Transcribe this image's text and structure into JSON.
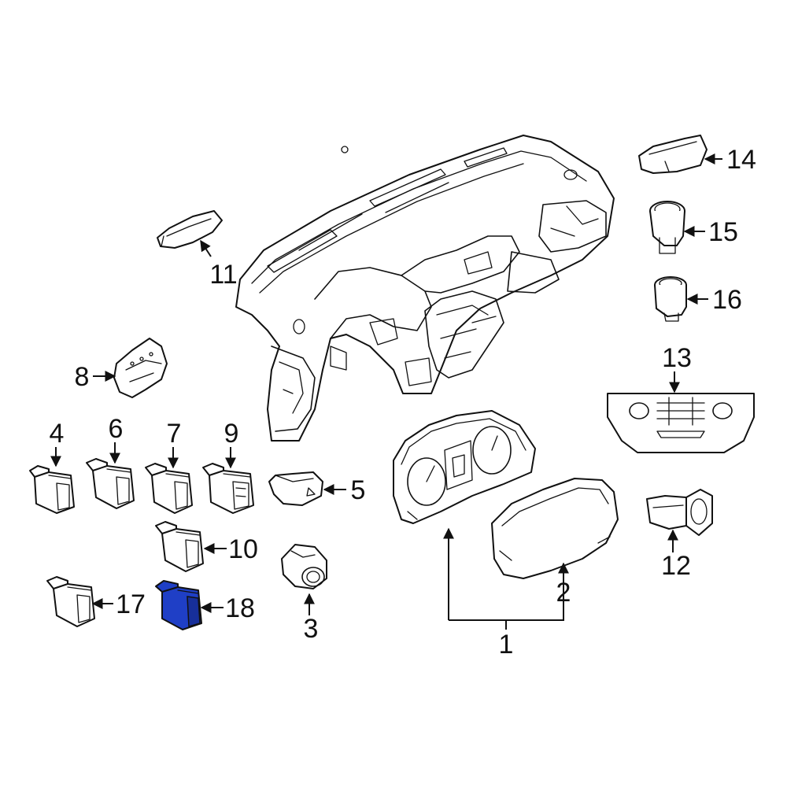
{
  "diagram": {
    "highlight_color": "#1f3fc6",
    "highlighted_part": "18",
    "callouts": {
      "c1": "1",
      "c2": "2",
      "c3": "3",
      "c4": "4",
      "c5": "5",
      "c6": "6",
      "c7": "7",
      "c8": "8",
      "c9": "9",
      "c10": "10",
      "c11": "11",
      "c12": "12",
      "c13": "13",
      "c14": "14",
      "c15": "15",
      "c16": "16",
      "c17": "17",
      "c18": "18"
    }
  }
}
